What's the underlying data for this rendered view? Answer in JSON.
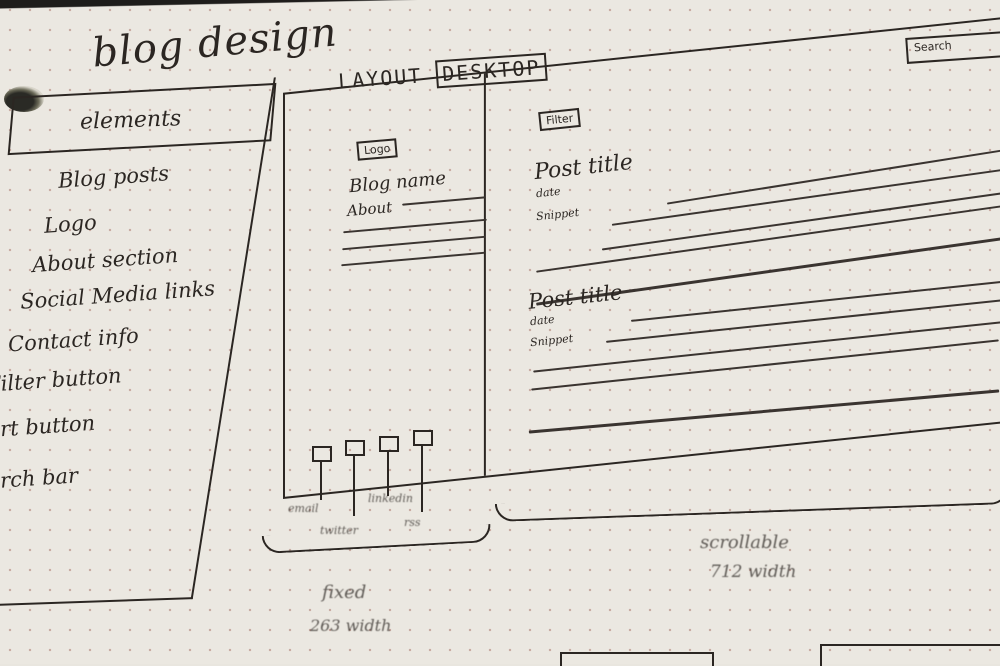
{
  "title": "blog design",
  "layout_label": "LAYOUT",
  "layout_bracket": "DESKTOP",
  "elements_panel": {
    "title": "elements",
    "items": [
      "Blog posts",
      "Logo",
      "About section",
      "Social Media links",
      "Contact info",
      "Filter button",
      "rt button",
      "rch bar"
    ]
  },
  "sidebar": {
    "logo_box": "Logo",
    "blog_name": "Blog name",
    "about": "About"
  },
  "main": {
    "filter_box": "Filter",
    "search_box": "Search",
    "posts": [
      {
        "title": "Post title",
        "date": "date",
        "snippet": "Snippet"
      },
      {
        "title": "Post title",
        "date": "date",
        "snippet": "Snippet"
      }
    ]
  },
  "social_links": [
    "email",
    "twitter",
    "linkedin",
    "rss"
  ],
  "annotations": {
    "fixed": "fixed",
    "fixed_width": "263 width",
    "scrollable": "scrollable",
    "scrollable_width": "712 width"
  }
}
